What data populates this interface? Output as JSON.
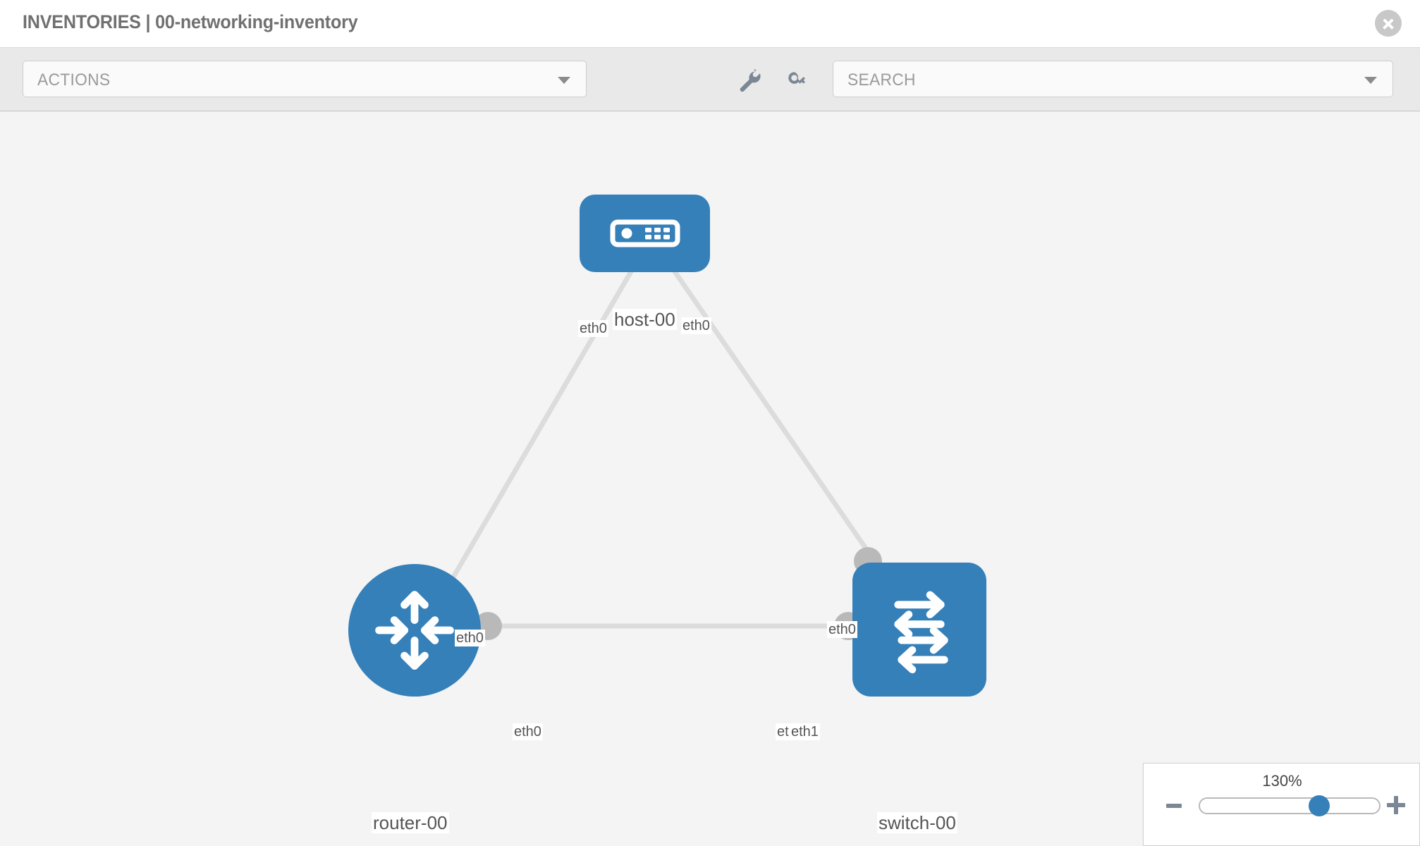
{
  "header": {
    "title": "INVENTORIES | 00-networking-inventory",
    "close_icon": "close-circle-icon"
  },
  "toolbar": {
    "actions_label": "ACTIONS",
    "search_placeholder": "SEARCH",
    "wrench_icon": "wrench-icon",
    "key_icon": "key-icon"
  },
  "topology": {
    "nodes": [
      {
        "id": "host-00",
        "label": "host-00",
        "type": "host",
        "icon": "server-icon",
        "shape": "rounded-rect",
        "color": "#3580b9"
      },
      {
        "id": "router-00",
        "label": "router-00",
        "type": "router",
        "icon": "router-arrows-icon",
        "shape": "circle",
        "color": "#3580b9"
      },
      {
        "id": "switch-00",
        "label": "switch-00",
        "type": "switch",
        "icon": "switch-arrows-icon",
        "shape": "rounded-square",
        "color": "#3580b9"
      }
    ],
    "links": [
      {
        "from": "host-00",
        "to": "router-00",
        "from_interface": "eth0",
        "to_interface": "eth0"
      },
      {
        "from": "host-00",
        "to": "switch-00",
        "from_interface": "eth0",
        "to_interface": "eth0"
      },
      {
        "from": "router-00",
        "to": "switch-00",
        "from_interface": "eth0",
        "to_interface": "eth1",
        "to_interface_overlap": "eth"
      }
    ],
    "link_color": "#dcdcdc",
    "connector_color": "#b9b9b9"
  },
  "zoom_control": {
    "value": "130%",
    "minus_label": "zoom-out",
    "plus_label": "zoom-in",
    "slider_position_percent": 60
  }
}
